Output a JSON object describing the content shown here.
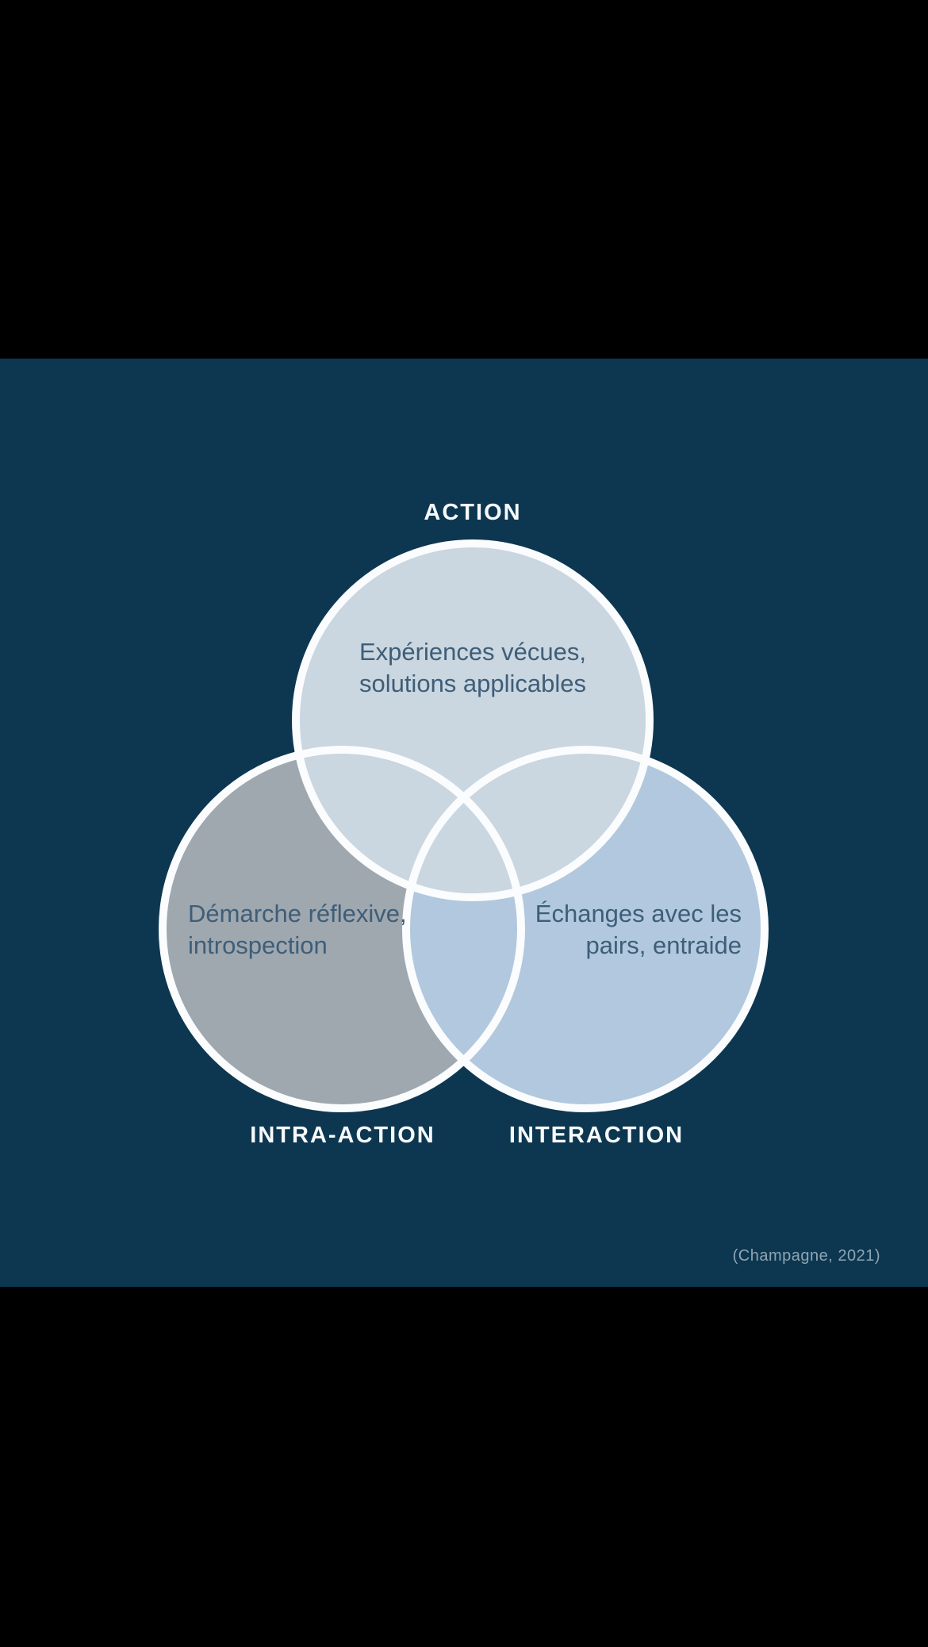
{
  "slide": {
    "top_label": "ACTION",
    "bottom_left_label": "INTRA-ACTION",
    "bottom_right_label": "INTERACTION",
    "citation": "(Champagne, 2021)",
    "circles": {
      "action": {
        "line1": "Expériences vécues,",
        "line2": "solutions applicables"
      },
      "intra_action": {
        "line1": "Démarche réflexive,",
        "line2": "introspection"
      },
      "interaction": {
        "line1": "Échanges avec les",
        "line2": "pairs, entraide"
      }
    }
  },
  "colors": {
    "letterbox": "#000000",
    "slide_background": "#0D3750",
    "action_circle_fill": "#CAD6E0",
    "intra_circle_fill": "#9FA7AF",
    "inter_circle_fill": "#B1C8DE",
    "ring": "#FBFCFD",
    "heading_text": "#F7FAFC",
    "circle_text": "#3E5E78",
    "citation_text": "#8FA5B4"
  }
}
